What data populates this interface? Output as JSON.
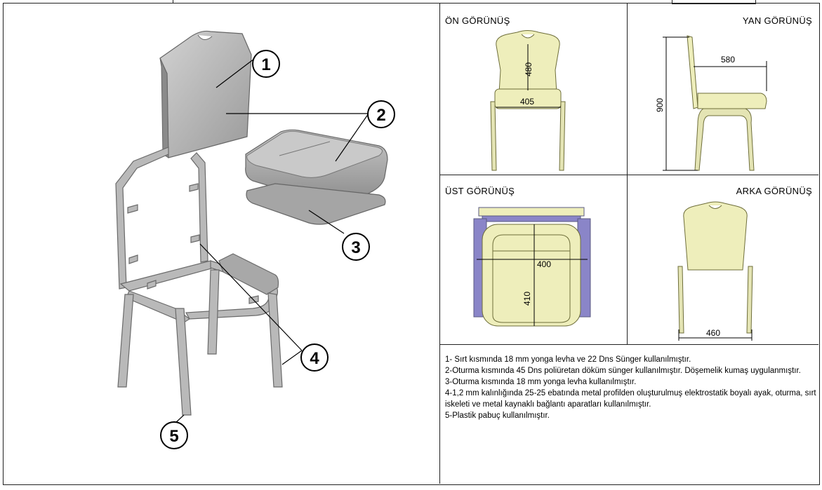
{
  "callouts": [
    "1",
    "2",
    "3",
    "4",
    "5"
  ],
  "views": {
    "front": {
      "title": "ÖN GÖRÜNÜŞ",
      "dim_height": "480",
      "dim_width": "405"
    },
    "side": {
      "title": "YAN GÖRÜNÜŞ",
      "dim_depth": "580",
      "dim_height": "900"
    },
    "top": {
      "title": "ÜST GÖRÜNÜŞ",
      "dim_width": "400",
      "dim_depth": "410"
    },
    "back": {
      "title": "ARKA GÖRÜNÜŞ",
      "dim_width": "460"
    }
  },
  "notes": [
    "1- Sırt kısmında 18 mm yonga levha ve 22 Dns Sünger kullanılmıştır.",
    "2-Oturma kısmında 45 Dns poliüretan döküm sünger kullanılmıştır.  Döşemelik kumaş uygulanmıştır.",
    "3-Oturma kısmında 18 mm yonga levha kullanılmıştır.",
    "4-1,2 mm kalınlığında 25-25 ebatında metal profilden oluşturulmuş elektrostatik boyalı ayak, oturma, sırt iskeleti ve metal kaynaklı bağlantı aparatları kullanılmıştır.",
    "5-Plastik pabuç kullanılmıştır."
  ],
  "colors": {
    "frame_fill": "#b9b9b9",
    "view_fill": "#eeeebb",
    "view_accent": "#8a85c8"
  }
}
